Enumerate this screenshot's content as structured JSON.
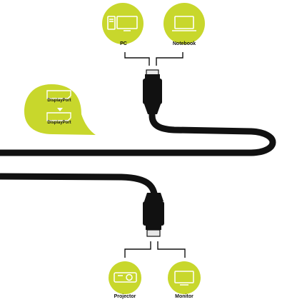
{
  "colors": {
    "accent": "#c8d72c",
    "cable": "#111111",
    "connector_tip": "#e6e6e6"
  },
  "devices": {
    "top": [
      {
        "label": "PC",
        "icon": "pc-tower-monitor-icon"
      },
      {
        "label": "Notebook",
        "icon": "laptop-icon"
      }
    ],
    "bottom": [
      {
        "label": "Projector",
        "icon": "projector-icon"
      },
      {
        "label": "Monitor",
        "icon": "monitor-icon"
      }
    ]
  },
  "bubble": {
    "top_label": "DisplayPort",
    "bottom_label": "DisplayPort",
    "arrow": "down-arrow-icon"
  }
}
